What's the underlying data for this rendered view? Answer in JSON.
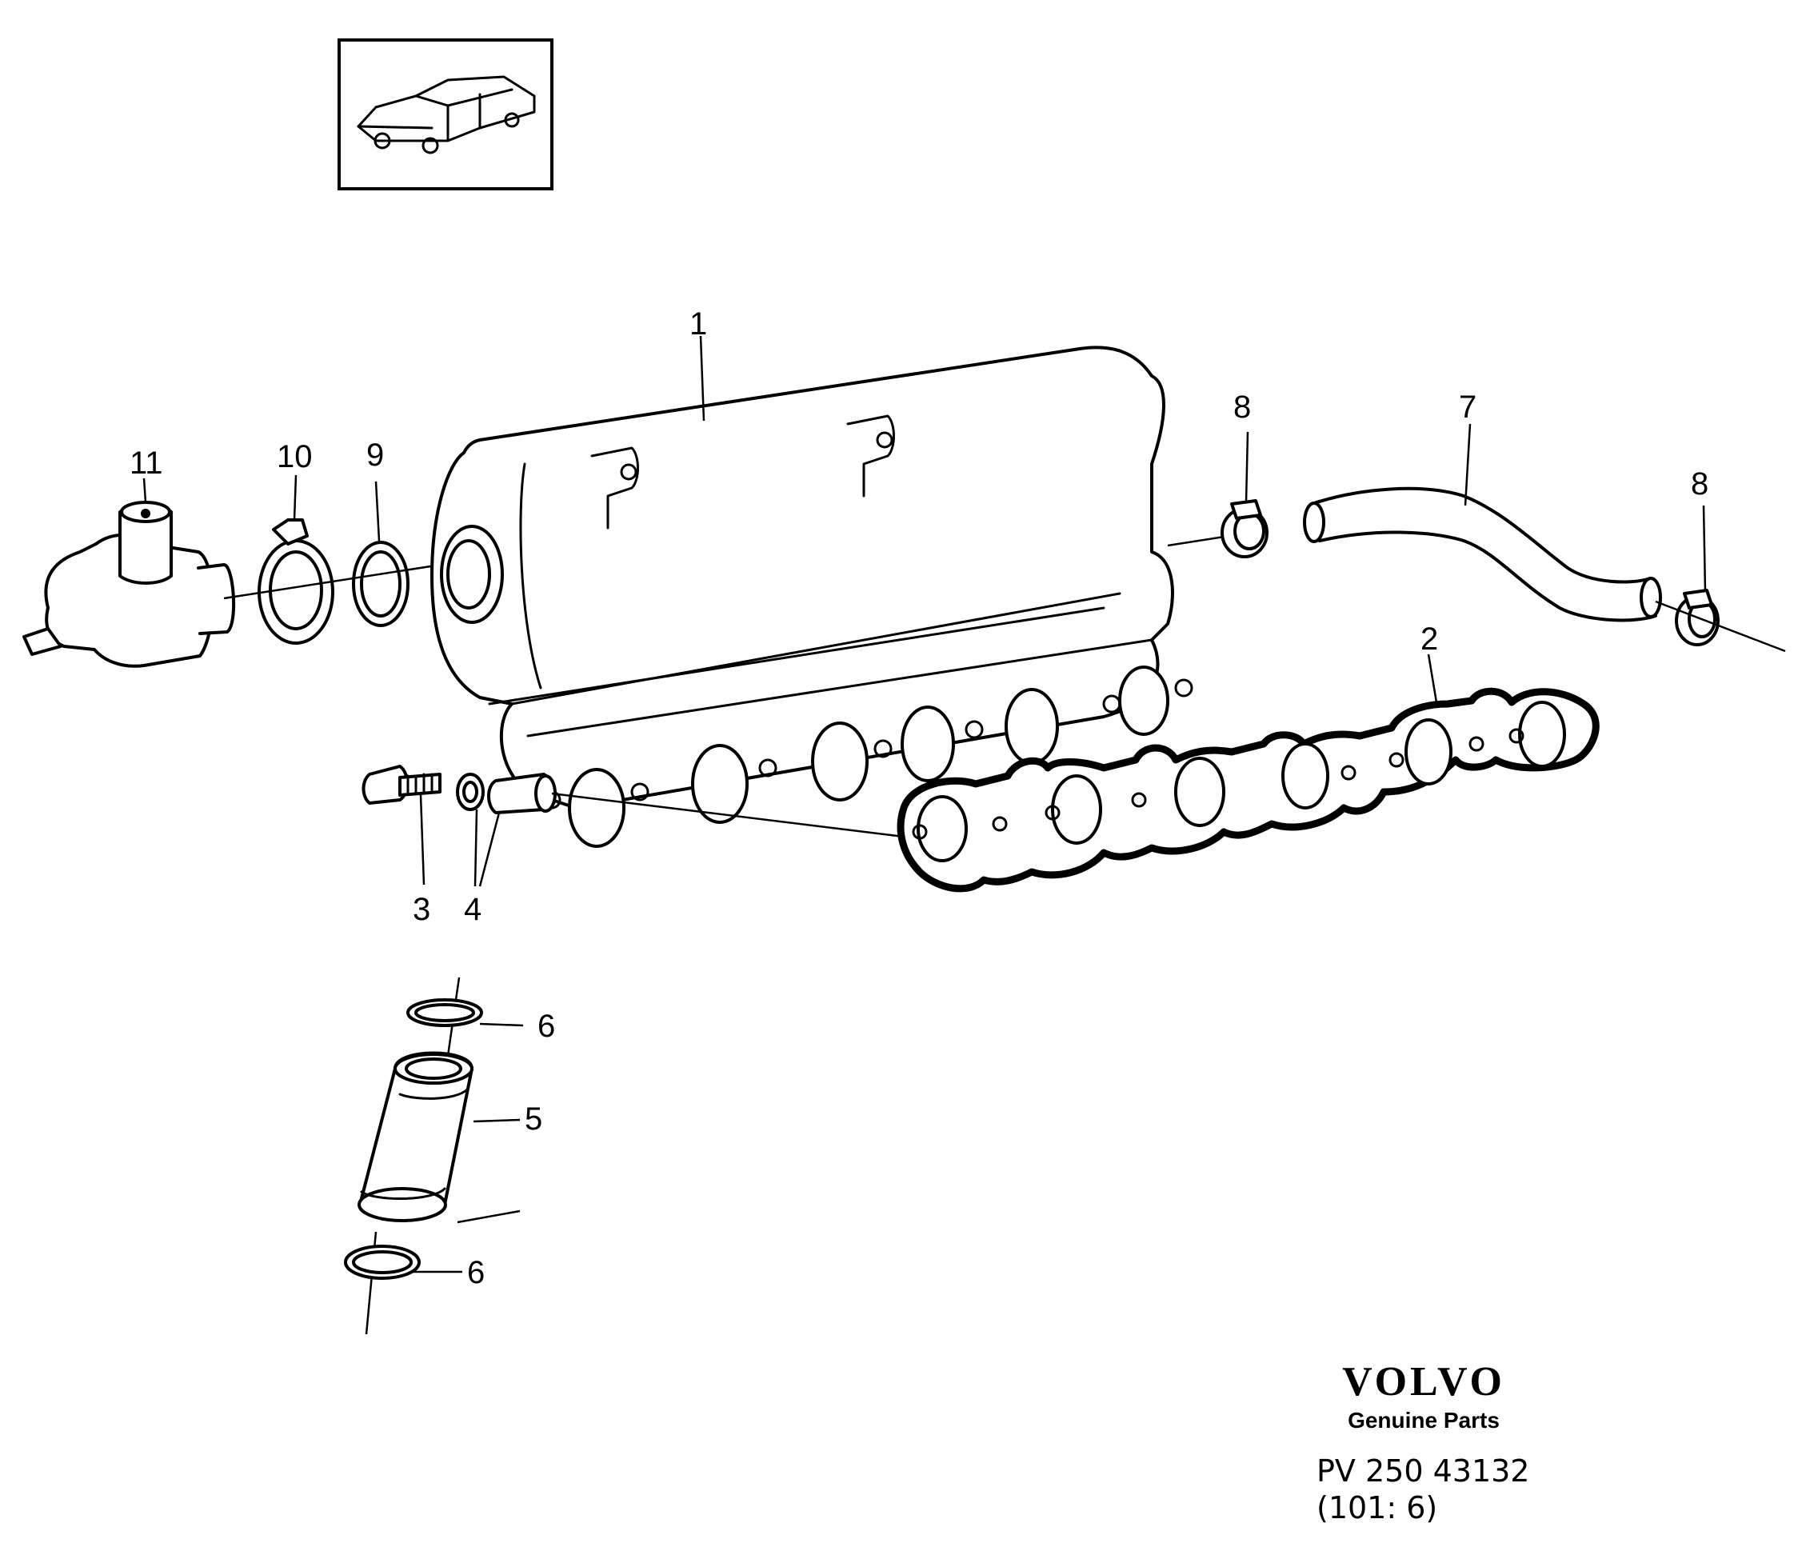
{
  "callouts": {
    "c1": "1",
    "c2": "2",
    "c3": "3",
    "c4": "4",
    "c5": "5",
    "c6a": "6",
    "c6b": "6",
    "c7": "7",
    "c8a": "8",
    "c8b": "8",
    "c9": "9",
    "c10": "10",
    "c11": "11"
  },
  "brand": {
    "logo": "VOLVO",
    "tagline": "Genuine Parts"
  },
  "reference": {
    "code": "PV 250 43132",
    "section": "(101: 6)"
  },
  "icons": {
    "vehicle": "car-sedan-icon"
  }
}
